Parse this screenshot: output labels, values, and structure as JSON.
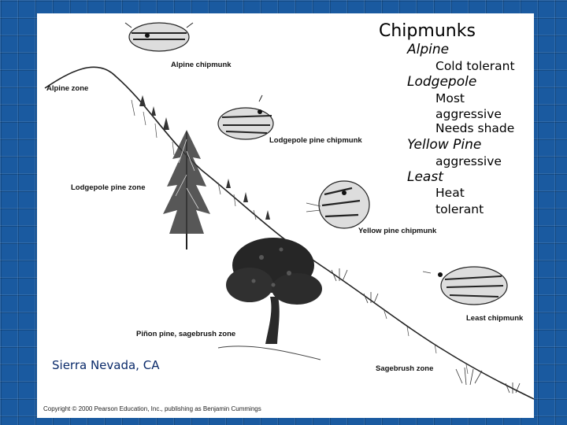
{
  "slide": {
    "title": "Chipmunks",
    "caption": "Sierra Nevada, CA",
    "species": [
      {
        "name": "Alpine",
        "traits": [
          "Cold tolerant"
        ]
      },
      {
        "name": "Lodgepole",
        "traits": [
          "Most",
          "aggressive",
          "Needs shade"
        ]
      },
      {
        "name": "Yellow Pine",
        "traits": [
          "aggressive"
        ]
      },
      {
        "name": "Least",
        "traits": [
          "Heat",
          "tolerant"
        ]
      }
    ]
  },
  "figure": {
    "zone_labels": {
      "alpine": "Alpine zone",
      "lodgepole": "Lodgepole pine zone",
      "pinon": "Piñon pine, sagebrush zone",
      "sagebrush": "Sagebrush zone"
    },
    "chipmunk_labels": {
      "alpine": "Alpine chipmunk",
      "lodgepole": "Lodgepole pine chipmunk",
      "yellow_pine": "Yellow pine chipmunk",
      "least": "Least chipmunk"
    },
    "copyright": "Copyright © 2000 Pearson Education, Inc., publishing as Benjamin Cummings"
  },
  "colors": {
    "background": "#1a5aa0",
    "panel": "#ffffff",
    "caption": "#0a2a6a",
    "ink": "#111111"
  }
}
